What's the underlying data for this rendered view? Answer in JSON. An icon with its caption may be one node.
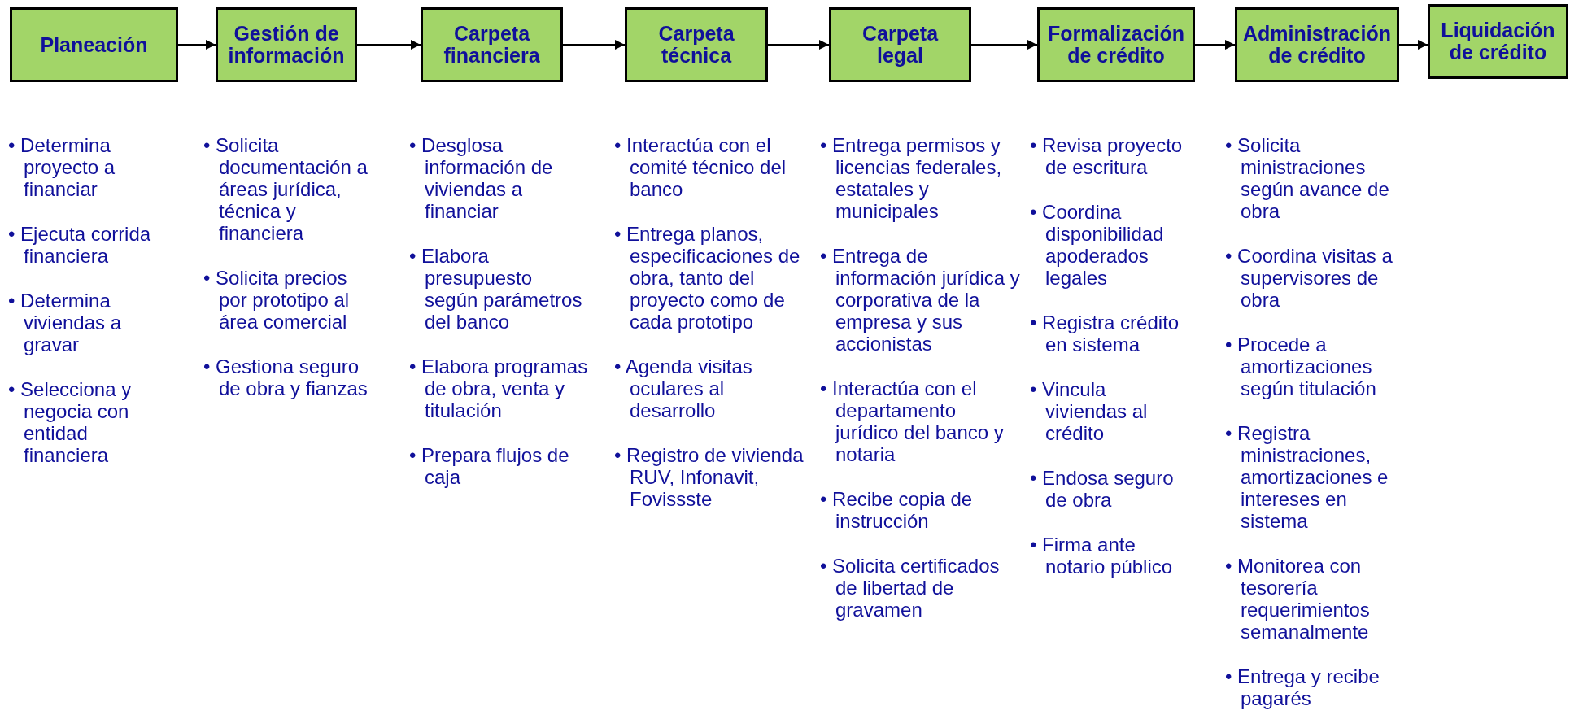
{
  "diagram": {
    "nodes": [
      {
        "text": [
          "Planeación"
        ],
        "beside": [
          "• Determina proyecto a financiar",
          "• Ejecuta corrida financiera",
          "• Determina viviendas a gravar",
          "• Selecciona y negocia con entidad financiera"
        ]
      },
      {
        "text": [
          "Gestión de información"
        ],
        "beside": [
          "• Solicita documentación a áreas jurídica, técnica y financiera",
          "• Solicita precios por prototipo al área comercial",
          "• Gestiona seguro de obra y fianzas"
        ]
      },
      {
        "text": [
          "Carpeta financiera"
        ],
        "beside": [
          "• Desglosa información de viviendas a financiar",
          "• Elabora presupuesto según parámetros del banco",
          "• Elabora programas de obra, venta y titulación",
          "• Prepara flujos de caja"
        ]
      },
      {
        "text": [
          "Carpeta técnica"
        ],
        "beside": [
          "• Interactúa con el comité técnico del banco",
          "• Entrega planos, especificaciones de obra, tanto del proyecto como de cada prototipo",
          "• Agenda visitas oculares al desarrollo",
          "• Registro de vivienda RUV, Infonavit, Fovissste"
        ]
      },
      {
        "text": [
          "Carpeta legal"
        ],
        "beside": [
          "• Entrega permisos y licencias federales, estatales y municipales",
          "• Entrega de información jurídica y corporativa de la empresa y sus accionistas",
          "• Interactúa con el departamento jurídico del banco y notaria",
          "• Recibe copia de instrucción",
          "• Solicita certificados de libertad de gravamen"
        ]
      },
      {
        "text": [
          "Formalización de crédito"
        ],
        "beside": [
          "• Revisa proyecto de escritura",
          "• Coordina disponibilidad apoderados legales",
          "• Registra crédito en sistema",
          "• Vincula viviendas al crédito",
          "• Endosa seguro de obra",
          "• Firma ante notario público"
        ]
      },
      {
        "text": [
          "Administración de crédito"
        ],
        "beside": [
          "• Solicita ministraciones según avance de obra",
          "• Coordina visitas a supervisores de obra",
          "• Procede a amortizaciones según titulación",
          "• Registra ministraciones, amortizaciones e intereses en sistema",
          "• Monitorea con tesorería requerimientos semanalmente",
          "• Entrega y recibe pagarés"
        ]
      },
      {
        "text": [
          "Liquidación de crédito"
        ]
      }
    ],
    "edges": [
      {
        "from": 0,
        "to": 1,
        "arrow": "to"
      },
      {
        "from": 1,
        "to": 2,
        "arrow": "to"
      },
      {
        "from": 2,
        "to": 3,
        "arrow": "to"
      },
      {
        "from": 3,
        "to": 4,
        "arrow": "to"
      },
      {
        "from": 4,
        "to": 5,
        "arrow": "to"
      },
      {
        "from": 5,
        "to": 6,
        "arrow": "to"
      },
      {
        "from": 6,
        "to": 7,
        "arrow": "to"
      }
    ]
  }
}
